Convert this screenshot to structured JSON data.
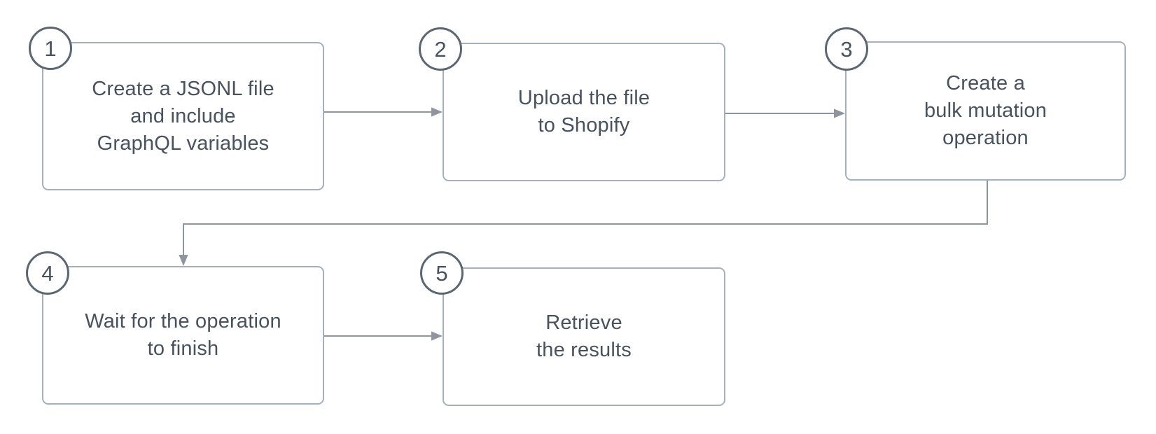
{
  "diagram": {
    "steps": [
      {
        "number": "1",
        "label": "Create a JSONL file\nand include\nGraphQL variables"
      },
      {
        "number": "2",
        "label": "Upload the file\nto Shopify"
      },
      {
        "number": "3",
        "label": "Create a\nbulk mutation\noperation"
      },
      {
        "number": "4",
        "label": "Wait for the operation\nto finish"
      },
      {
        "number": "5",
        "label": "Retrieve\nthe results"
      }
    ],
    "connectors": [
      {
        "from": "1",
        "to": "2",
        "shape": "straight-right"
      },
      {
        "from": "2",
        "to": "3",
        "shape": "straight-right"
      },
      {
        "from": "3",
        "to": "4",
        "shape": "elbow-down-left-down"
      },
      {
        "from": "4",
        "to": "5",
        "shape": "straight-right"
      }
    ],
    "colors": {
      "background": "#ffffff",
      "box_border": "#a6b0bc",
      "box_fill": "#ffffff",
      "badge_border": "#5c6671",
      "text": "#48525e",
      "arrow": "#8f959c"
    }
  }
}
